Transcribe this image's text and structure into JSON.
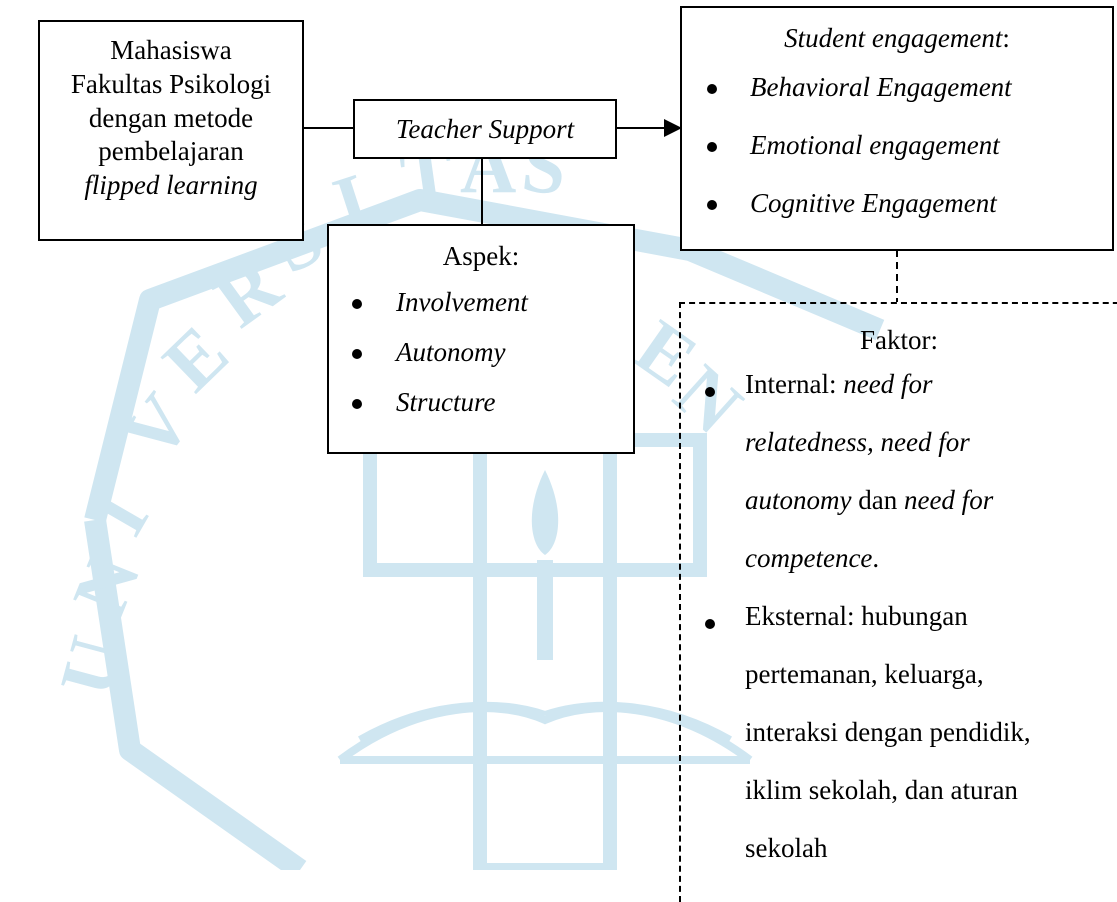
{
  "watermark": {
    "letters": [
      "U",
      "N",
      "I",
      "V",
      "E",
      "R",
      "S",
      "I",
      "T",
      "A",
      "S"
    ],
    "letters_right": [
      "E",
      "N"
    ],
    "color": "#b9dcec"
  },
  "box_students": {
    "line1": "Mahasiswa",
    "line2": "Fakultas Psikologi",
    "line3": "dengan metode",
    "line4": "pembelajaran",
    "line5": "flipped learning"
  },
  "box_teacher_support": {
    "label": "Teacher Support"
  },
  "box_engagement": {
    "title": "Student engagement",
    "title_suffix": ":",
    "items": [
      "Behavioral Engagement",
      "Emotional engagement",
      "Cognitive Engagement"
    ]
  },
  "box_aspek": {
    "title": "Aspek:",
    "items": [
      "Involvement",
      "Autonomy",
      "Structure"
    ]
  },
  "box_faktor": {
    "title": "Faktor:",
    "internal": {
      "label": "Internal: ",
      "seg1": "need for",
      "seg2": "relatedness, need for",
      "seg3": "autonomy",
      "seg4": " dan ",
      "seg5": "need for",
      "seg6": "competence",
      "seg7": "."
    },
    "external": {
      "lines": [
        "Eksternal: hubungan",
        "pertemanan, keluarga,",
        "interaksi dengan pendidik,",
        "iklim sekolah, dan aturan",
        "sekolah"
      ]
    }
  }
}
